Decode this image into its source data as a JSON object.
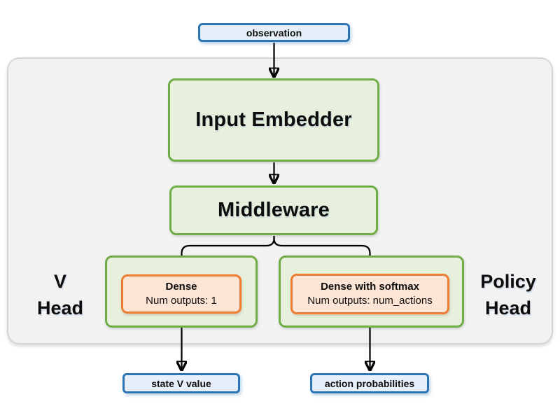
{
  "colors": {
    "blue-border": "#2e75b6",
    "blue-fill": "#e7f0fa",
    "green-border": "#70ad47",
    "green-fill": "#e6f0dd",
    "orange-border": "#ed7d31",
    "orange-fill": "#fce5d5",
    "panel-fill": "#f2f2f2",
    "panel-border": "#d5d5d5",
    "arrow": "#000000"
  },
  "nodes": {
    "observation": {
      "label": "observation"
    },
    "input_embedder": {
      "label": "Input Embedder"
    },
    "middleware": {
      "label": "Middleware"
    },
    "v_head": {
      "label_lines": [
        "V",
        "Head"
      ],
      "dense": {
        "title": "Dense",
        "subtitle": "Num outputs: 1"
      }
    },
    "policy_head": {
      "label_lines": [
        "Policy",
        "Head"
      ],
      "dense": {
        "title": "Dense with softmax",
        "subtitle": "Num outputs: num_actions"
      }
    },
    "state_v_value": {
      "label": "state V value"
    },
    "action_probabilities": {
      "label": "action probabilities"
    }
  }
}
